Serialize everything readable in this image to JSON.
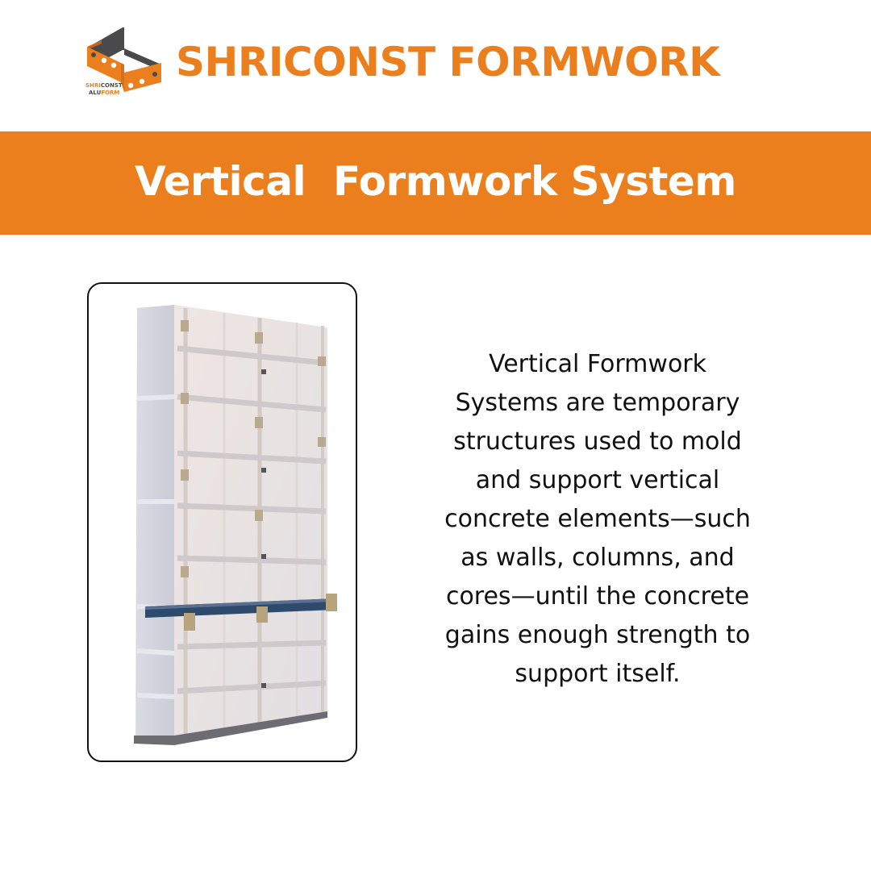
{
  "brand": {
    "name": "SHRICONST FORMWORK",
    "logo": {
      "icon": "isometric-box-logo-icon",
      "line1_part1": "SHRI",
      "line1_part2": "CONST",
      "line2_part1": "ALU",
      "line2_part2": "FORM"
    }
  },
  "banner": {
    "title": "Vertical  Formwork System"
  },
  "product_image": {
    "alt": "Vertical formwork panel assembly"
  },
  "description": {
    "lines": [
      "Vertical Formwork",
      "Systems are temporary",
      "structures used to mold",
      "and support vertical",
      "concrete elements—such",
      "as walls, columns, and",
      "cores—until the concrete",
      "gains enough strength to",
      "support itself."
    ]
  },
  "colors": {
    "accent_orange": "#EB7F1E",
    "logo_dark": "#4A4A4C",
    "text": "#111111",
    "background": "#FFFFFF"
  }
}
